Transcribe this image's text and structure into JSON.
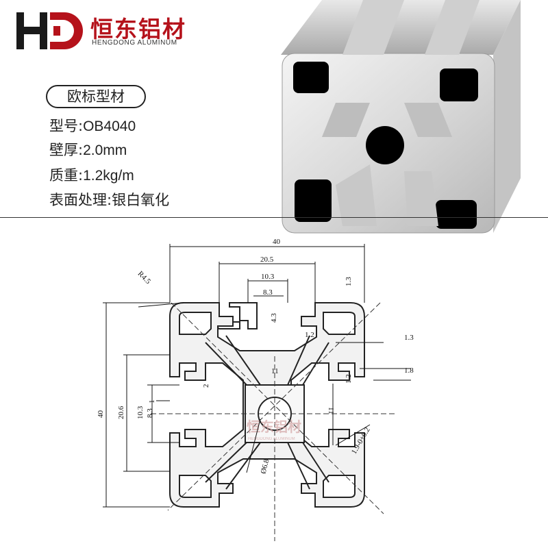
{
  "brand": {
    "name_cn": "恒东铝材",
    "name_en": "HENGDONG ALUMINUM",
    "logo_text": "HD",
    "logo_color": "#b5121b"
  },
  "product": {
    "category_badge": "欧标型材",
    "specs": [
      {
        "label": "型号:",
        "value": "OB4040"
      },
      {
        "label": "壁厚:",
        "value": "2.0mm"
      },
      {
        "label": "质重:",
        "value": "1.2kg/m"
      },
      {
        "label": "表面处理:",
        "value": "银白氧化"
      }
    ]
  },
  "drawing": {
    "watermark": "恒东铝材",
    "watermark_en": "HENGDONG ALUMINUM",
    "dimensions": {
      "overall_width": "40",
      "slot_outer_width": "20.5",
      "slot_inner_width": "10.3",
      "slot_opening": "8.3",
      "slot_depth": "4.3",
      "corner_radius": "R4.5",
      "top_wall": "1.3",
      "wall_right": "1.3",
      "lip_left": "1.2",
      "lip_right": "1.2",
      "lip_thickness": "1.8",
      "core_width": "11",
      "core_height": "11",
      "overall_height": "40",
      "left_slot_width": "20.6",
      "left_slot_inner": "10.3",
      "left_slot_opening": "8.3",
      "left_lip": "1",
      "left_small": "2",
      "center_hole": "Ø6.8",
      "tolerance": "1.9-0+0.2"
    }
  }
}
